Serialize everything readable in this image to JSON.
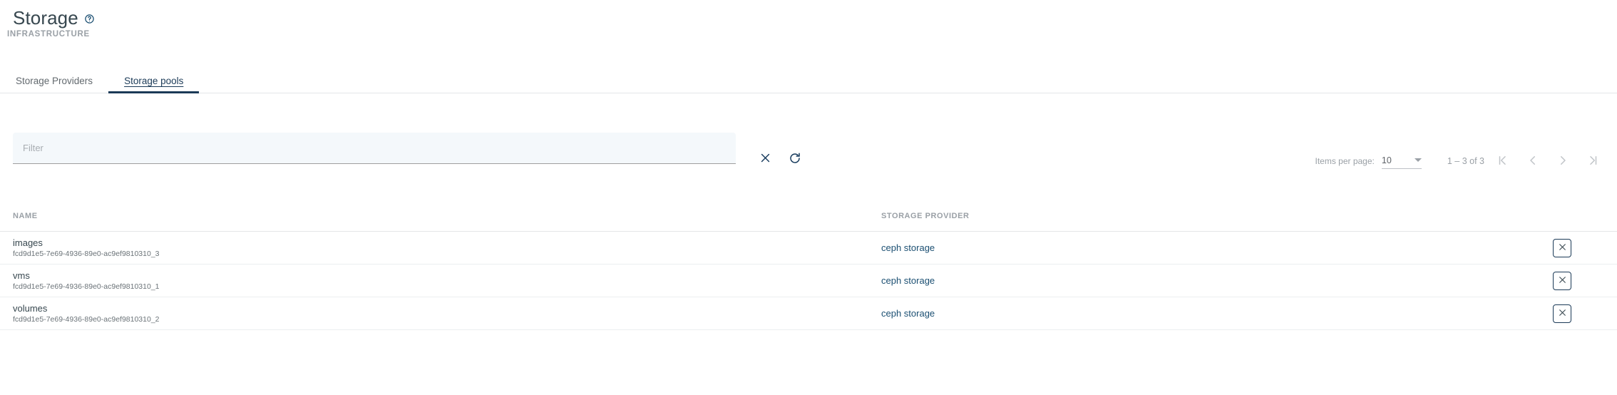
{
  "header": {
    "title": "Storage",
    "help_icon": "help-circle-icon",
    "section_label": "INFRASTRUCTURE"
  },
  "tabs": [
    {
      "label": "Storage Providers",
      "active": false
    },
    {
      "label": "Storage pools",
      "active": true
    }
  ],
  "filter": {
    "placeholder": "Filter",
    "value": "",
    "clear_icon": "close-icon",
    "refresh_icon": "refresh-icon"
  },
  "paginator": {
    "items_per_page_label": "Items per page:",
    "items_per_page_value": "10",
    "range_label": "1 – 3 of 3",
    "first_page_icon": "first-page-icon",
    "prev_page_icon": "chevron-left-icon",
    "next_page_icon": "chevron-right-icon",
    "last_page_icon": "last-page-icon"
  },
  "table": {
    "columns": [
      "NAME",
      "STORAGE PROVIDER",
      ""
    ],
    "rows": [
      {
        "name": "images",
        "id": "fcd9d1e5-7e69-4936-89e0-ac9ef9810310_3",
        "provider": "ceph storage",
        "delete_icon": "close-icon"
      },
      {
        "name": "vms",
        "id": "fcd9d1e5-7e69-4936-89e0-ac9ef9810310_1",
        "provider": "ceph storage",
        "delete_icon": "close-icon"
      },
      {
        "name": "volumes",
        "id": "fcd9d1e5-7e69-4936-89e0-ac9ef9810310_2",
        "provider": "ceph storage",
        "delete_icon": "close-icon"
      }
    ]
  },
  "colors": {
    "accent": "#1b3a57",
    "link": "#1b4f72",
    "muted": "#9aa0a6",
    "field_bg": "#f4f8fb"
  }
}
